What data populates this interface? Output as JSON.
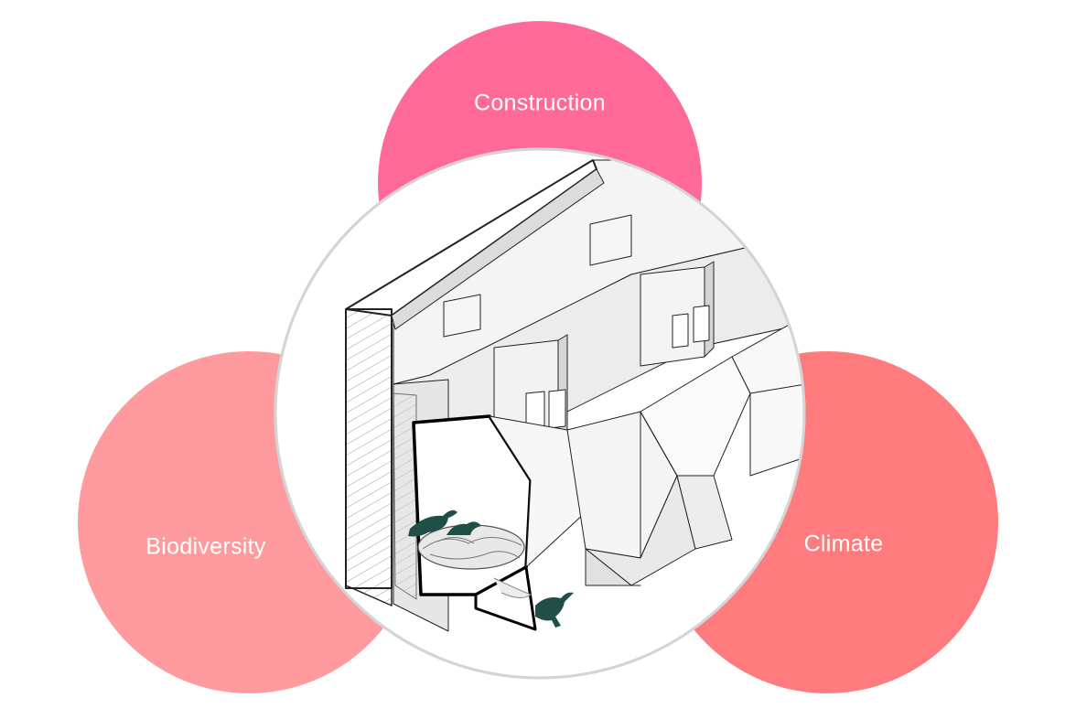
{
  "diagram": {
    "circles": [
      {
        "id": "construction",
        "label": "Construction",
        "color": "#ff6a99"
      },
      {
        "id": "biodiversity",
        "label": "Biodiversity",
        "color": "#ff9b9e"
      },
      {
        "id": "climate",
        "label": "Climate",
        "color": "#ff7b7e"
      }
    ],
    "center": {
      "illustration": "facade-nesting-box-axonometric",
      "background": "#ffffff",
      "ring_color": "#d4d4d4",
      "bird_color": "#1f4f47"
    }
  }
}
